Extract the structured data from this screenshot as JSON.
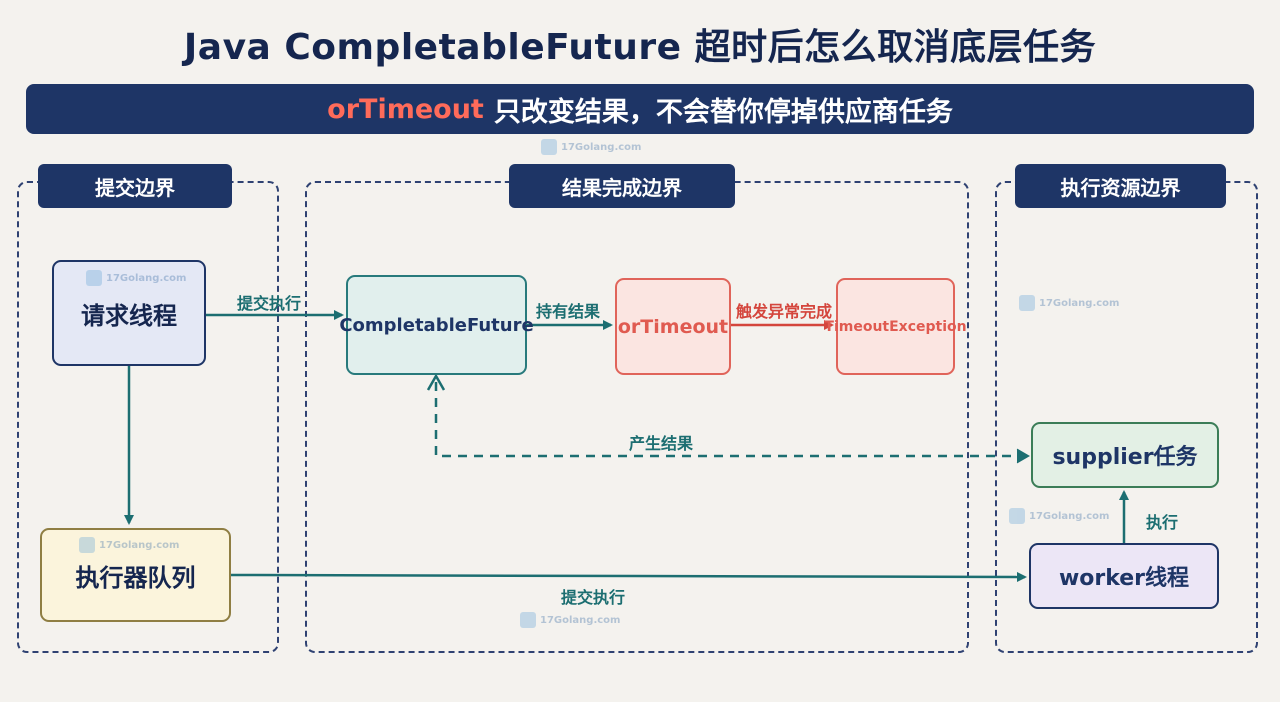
{
  "title": "Java CompletableFuture 超时后怎么取消底层任务",
  "banner": {
    "accent": "orTimeout",
    "text": "只改变结果，不会替你停掉供应商任务"
  },
  "regions": {
    "submit": "提交边界",
    "result": "结果完成边界",
    "exec": "执行资源边界"
  },
  "nodes": {
    "request_thread": "请求线程",
    "executor_queue": "执行器队列",
    "completable_future": "CompletableFuture",
    "or_timeout": "orTimeout",
    "timeout_exception": "TimeoutException",
    "supplier_task": "supplier任务",
    "worker_thread": "worker线程"
  },
  "edges": {
    "submit_exec_top": "提交执行",
    "hold_result": "持有结果",
    "trigger_exception": "触发异常完成",
    "produce_result": "产生结果",
    "execute": "执行",
    "submit_exec_bottom": "提交执行"
  },
  "watermark": "17Golang.com",
  "colors": {
    "navy": "#1e3566",
    "teal": "#287a7c",
    "red": "#e0645a",
    "accent": "#ff6b5a"
  }
}
